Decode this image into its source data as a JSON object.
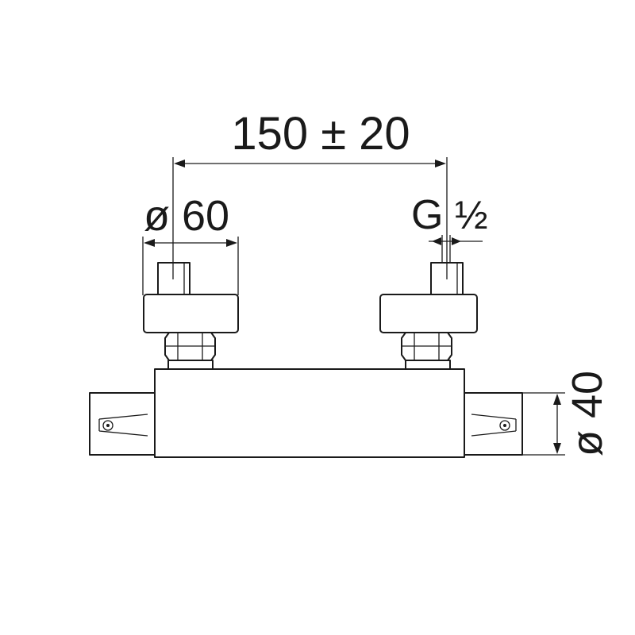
{
  "dimensions": {
    "spacing": "150 ± 20",
    "inlet_diameter": "ø 60",
    "thread_prefix": "G",
    "thread_fraction": "½",
    "body_diameter": "ø 40"
  }
}
